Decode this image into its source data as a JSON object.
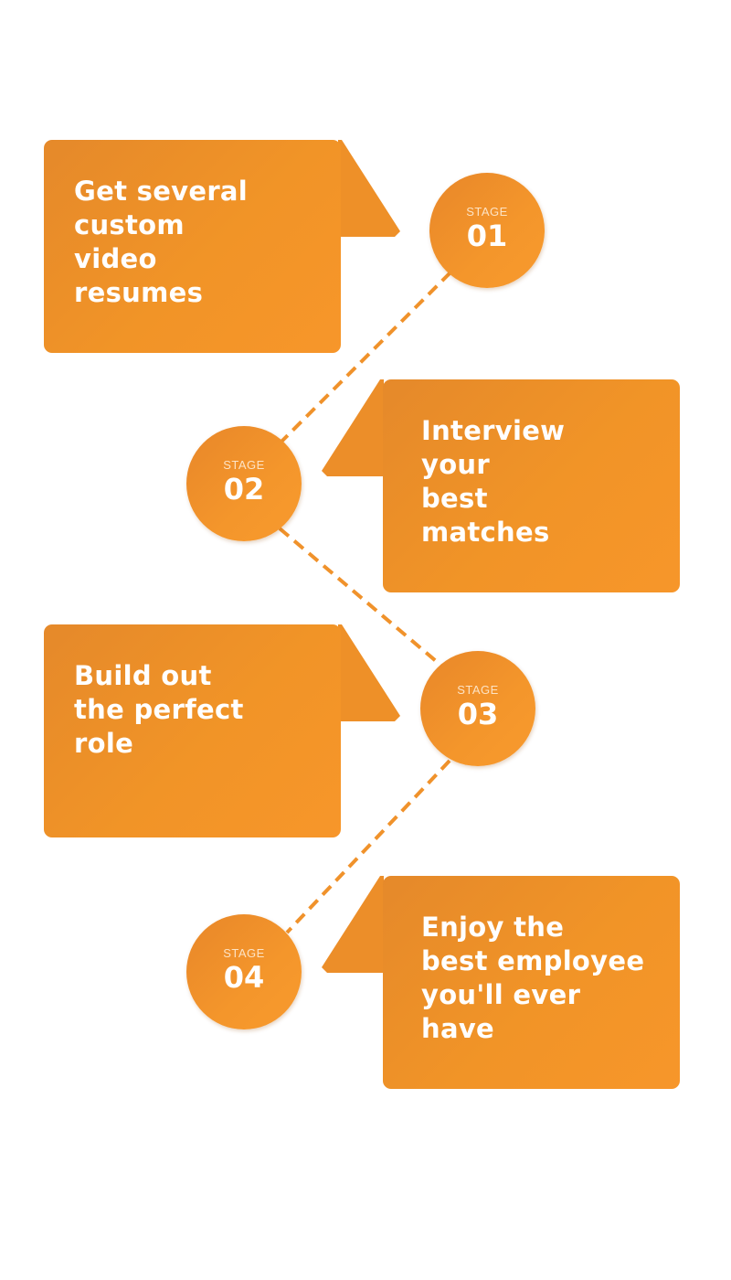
{
  "stages": [
    {
      "label": "STAGE",
      "number": "01",
      "text": "Get several\ncustom\nvideo\nresumes"
    },
    {
      "label": "STAGE",
      "number": "02",
      "text": "Interview\nyour\nbest\nmatches"
    },
    {
      "label": "STAGE",
      "number": "03",
      "text": "Build out\nthe perfect\nrole"
    },
    {
      "label": "STAGE",
      "number": "04",
      "text": "Enjoy the\nbest employee\nyou'll ever\nhave"
    }
  ],
  "colors": {
    "accent": "#f19427",
    "card_dark": "#e5892a",
    "connector": "#f0922b",
    "background": "#ffffff"
  }
}
